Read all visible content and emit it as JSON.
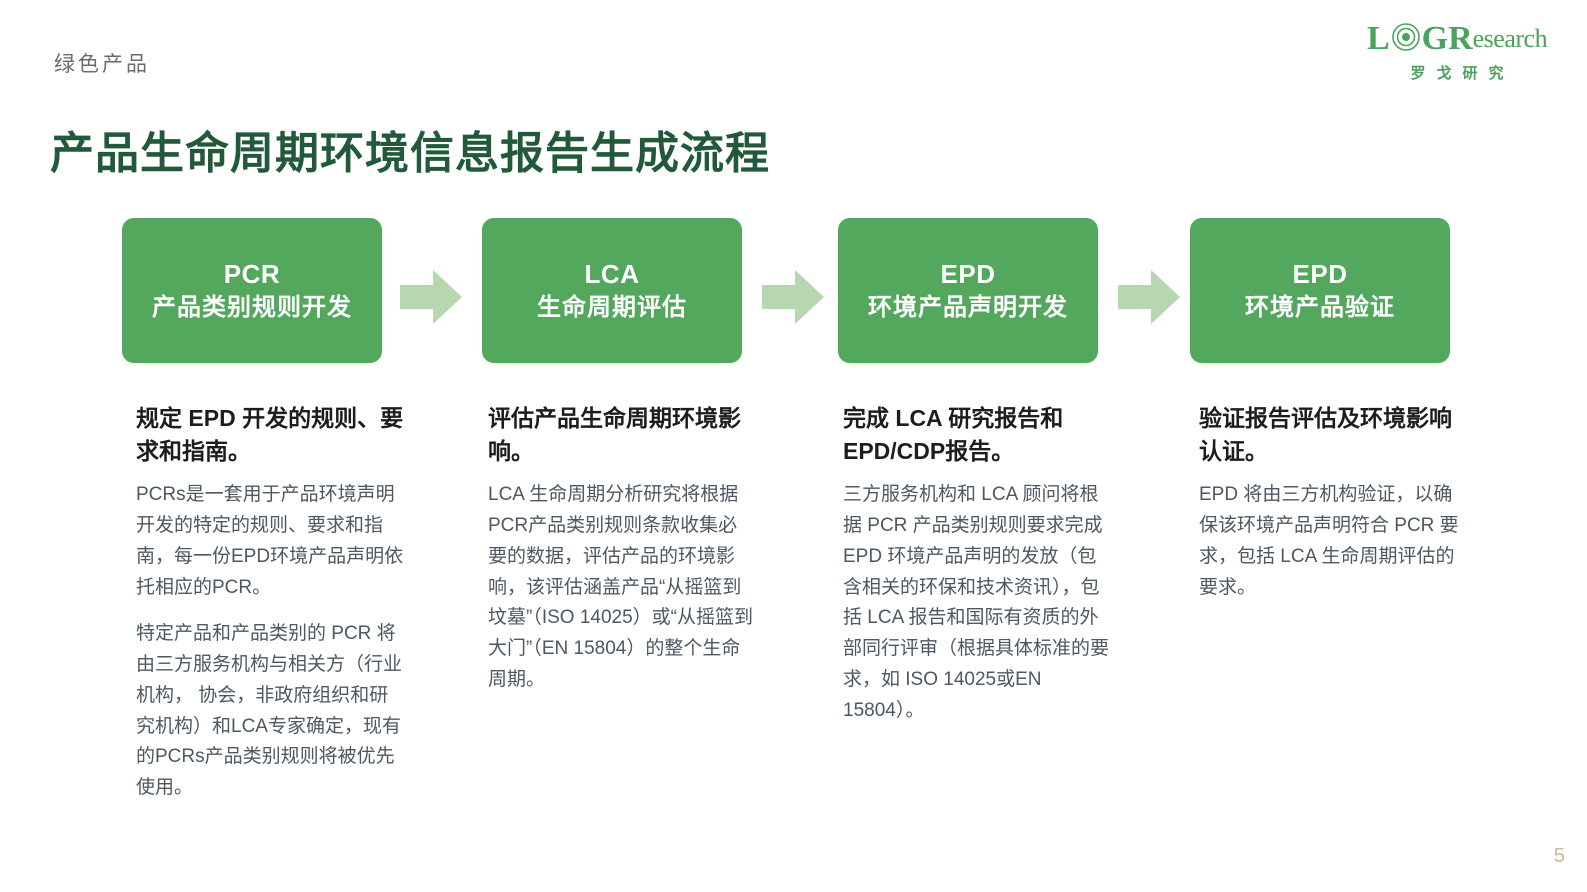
{
  "header": {
    "eyebrow": "绿色产品",
    "title": "产品生命周期环境信息报告生成流程"
  },
  "logo": {
    "letter_l": "L",
    "letter_g": "G",
    "letter_r": "R",
    "word_research": "esearch",
    "chinese": "罗戈研究",
    "color": "#4aa35c"
  },
  "colors": {
    "box_green": "#54a85e",
    "arrow_green": "#b6d7b0",
    "title_green": "#21593a",
    "heading_text": "#1d1d1d",
    "body_text": "#4d5862",
    "eyebrow_text": "#6b6b6b",
    "page_number": "#c9b89b"
  },
  "flow": {
    "steps": [
      {
        "code": "PCR",
        "name": "产品类别规则开发"
      },
      {
        "code": "LCA",
        "name": "生命周期评估"
      },
      {
        "code": "EPD",
        "name": "环境产品声明开发"
      },
      {
        "code": "EPD",
        "name": "环境产品验证"
      }
    ],
    "arrow_count": 3
  },
  "columns": [
    {
      "heading": "规定 EPD 开发的规则、要求和指南。",
      "paragraphs": [
        "PCRs是一套用于产品环境声明开发的特定的规则、要求和指南，每一份EPD环境产品声明依托相应的PCR。",
        "特定产品和产品类别的 PCR 将由三方服务机构与相关方（行业机构， 协会，非政府组织和研究机构）和LCA专家确定，现有的PCRs产品类别规则将被优先使用。"
      ]
    },
    {
      "heading": "评估产品生命周期环境影响。",
      "paragraphs": [
        "LCA 生命周期分析研究将根据PCR产品类别规则条款收集必要的数据，评估产品的环境影响，该评估涵盖产品“从摇篮到坟墓”（ISO 14025）或“从摇篮到大门”（EN 15804）的整个生命周期。"
      ]
    },
    {
      "heading": "完成 LCA 研究报告和EPD/CDP报告。",
      "paragraphs": [
        "三方服务机构和 LCA 顾问将根据 PCR 产品类别规则要求完成 EPD 环境产品声明的发放（包含相关的环保和技术资讯），包括 LCA 报告和国际有资质的外部同行评审（根据具体标准的要求，如 ISO 14025或EN 15804）。"
      ]
    },
    {
      "heading": "验证报告评估及环境影响认证。",
      "paragraphs": [
        "EPD 将由三方机构验证，以确保该环境产品声明符合 PCR 要求，包括 LCA 生命周期评估的要求。"
      ]
    }
  ],
  "footer": {
    "page_number": "5"
  }
}
